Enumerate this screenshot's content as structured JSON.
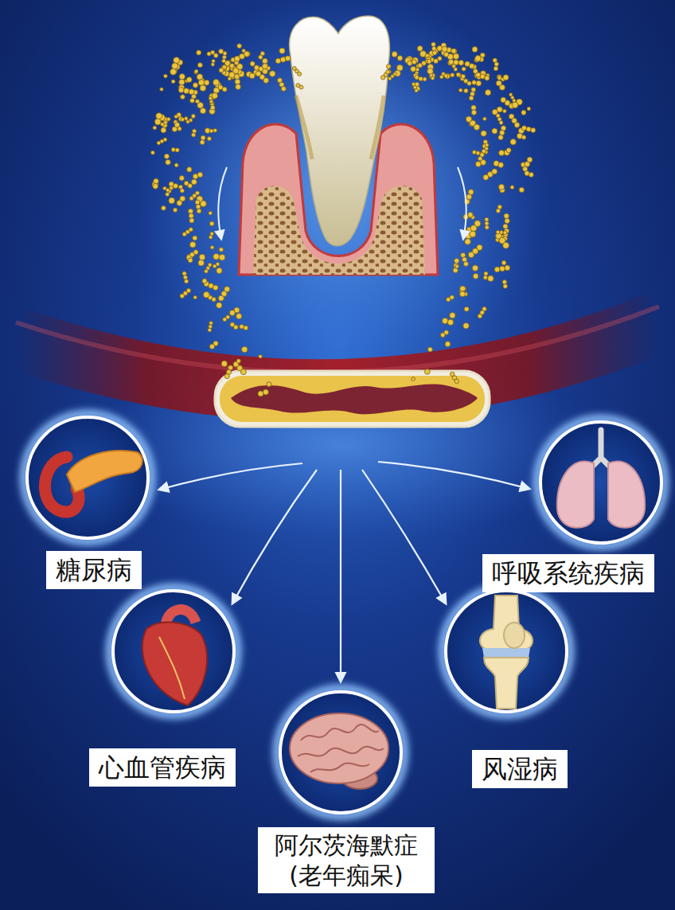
{
  "diagram": {
    "nodes": [
      {
        "text": [
          "糖尿病"
        ]
      },
      {
        "text": [
          "呼吸系统疾病"
        ]
      },
      {
        "text": [
          "心血管疾病"
        ]
      },
      {
        "text": [
          "风湿病"
        ]
      },
      {
        "text": [
          "阿尔茨海默症 (老年痴呆)"
        ]
      }
    ]
  }
}
